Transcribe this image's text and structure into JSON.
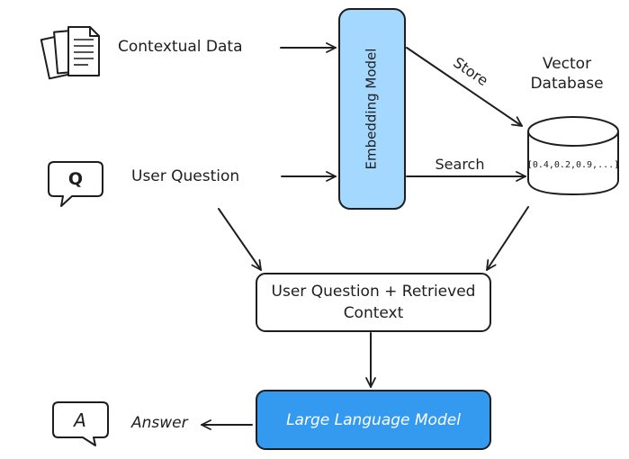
{
  "nodes": {
    "contextual_data": "Contextual Data",
    "user_question": "User Question",
    "embedding_model": "Embedding Model",
    "vector_database": "Vector Database",
    "vector_values": "[0.4,0.2,0.9,...]",
    "combined": "User Question + Retrieved Context",
    "llm": "Large Language Model",
    "answer": "Answer"
  },
  "edges": {
    "store": "Store",
    "search": "Search"
  },
  "icons": {
    "question_glyph": "Q",
    "answer_glyph": "A"
  },
  "colors": {
    "embedding_fill": "#a5d8ff",
    "llm_fill": "#339af0",
    "stroke": "#1e1e1e"
  }
}
